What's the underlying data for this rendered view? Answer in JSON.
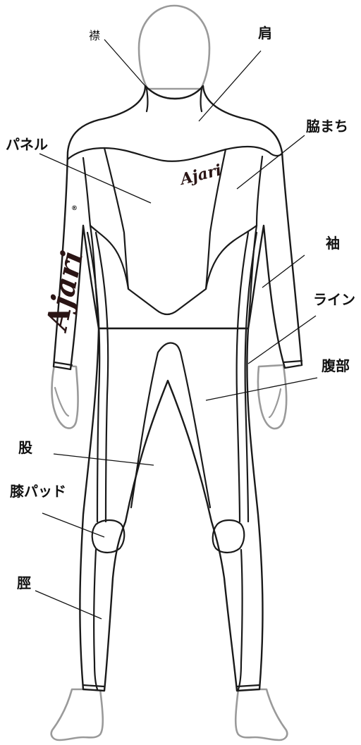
{
  "labels": {
    "collar": "襟",
    "shoulder": "肩",
    "side": "脇まち",
    "panel": "パネル",
    "sleeve": "袖",
    "line": "ライン",
    "abdomen": "腹部",
    "crotch": "股",
    "knee_pad": "膝パッド",
    "shin": "脛"
  },
  "brand": {
    "logo_text": "Ajari",
    "registered_mark": "®"
  },
  "colors": {
    "suit_outline": "#1a1a1a",
    "skin_outline": "#9a9a9a",
    "logo": "#2a1515"
  }
}
